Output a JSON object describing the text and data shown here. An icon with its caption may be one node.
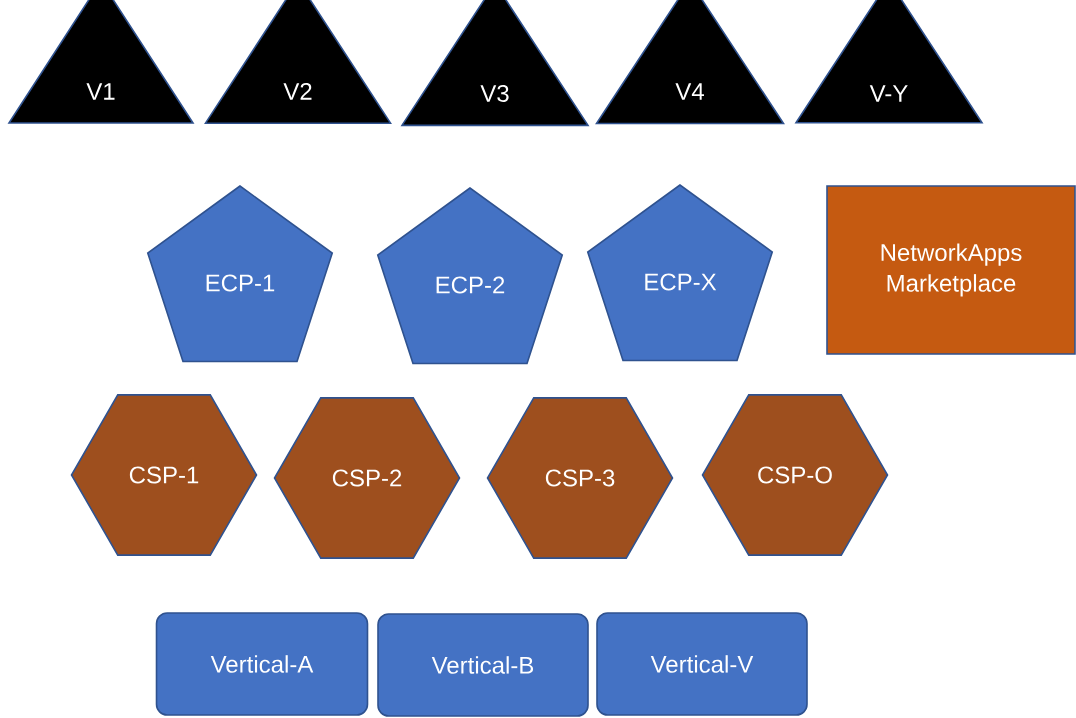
{
  "diagram": {
    "nodes": [
      {
        "text": [
          "V1"
        ]
      },
      {
        "text": [
          "V2"
        ]
      },
      {
        "text": [
          "V3"
        ]
      },
      {
        "text": [
          "V4"
        ]
      },
      {
        "text": [
          "V-Y"
        ]
      },
      {
        "text": [
          "ECP-1"
        ]
      },
      {
        "text": [
          "ECP-2"
        ]
      },
      {
        "text": [
          "ECP-X"
        ]
      },
      {
        "text": [
          "NetworkApps Marketplace"
        ]
      },
      {
        "text": [
          "CSP-1"
        ]
      },
      {
        "text": [
          "CSP-2"
        ]
      },
      {
        "text": [
          "CSP-3"
        ]
      },
      {
        "text": [
          "CSP-O"
        ]
      },
      {
        "text": [
          "Vertical-A"
        ]
      },
      {
        "text": [
          "Vertical-B"
        ]
      },
      {
        "text": [
          "Vertical-V"
        ]
      }
    ]
  }
}
